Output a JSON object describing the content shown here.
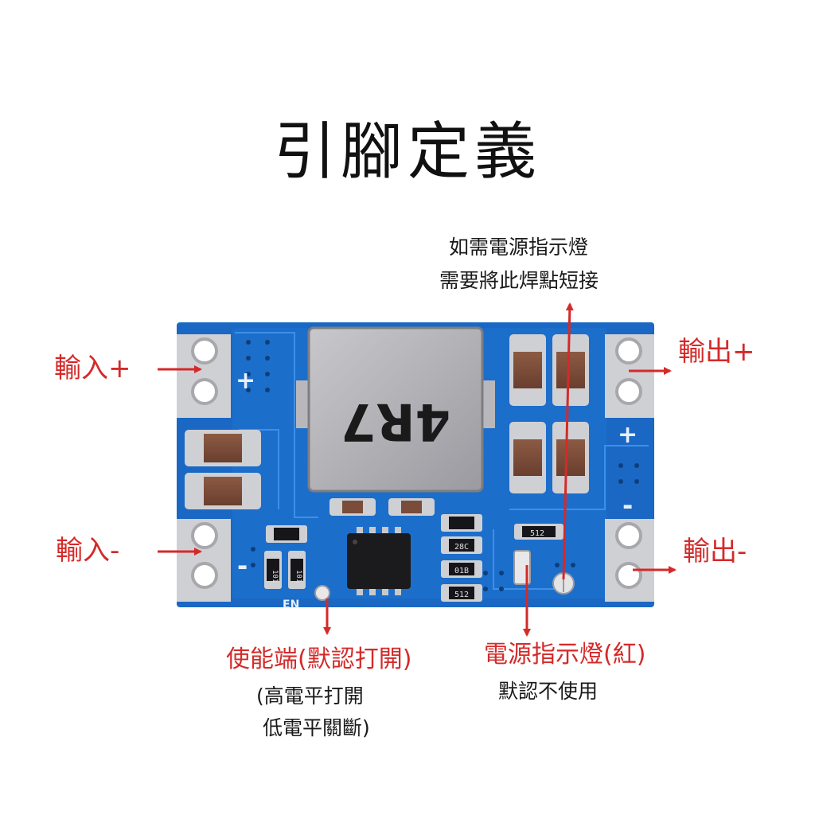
{
  "title": "引腳定義",
  "colors": {
    "label_red": "#d42a2a",
    "board_blue": "#1a68c4",
    "board_dark": "#0f4f9c",
    "pad_silver": "#d9d9dc",
    "ink": "#1a1a1a"
  },
  "labels": {
    "input_plus": "輸入+",
    "input_minus": "輸入-",
    "output_plus": "輸出+",
    "output_minus": "輸出-",
    "enable": "使能端(默認打開)",
    "enable_note_1": "(高電平打開",
    "enable_note_2": "低電平關斷)",
    "power_led": "電源指示燈(紅)",
    "power_led_note": "默認不使用",
    "solder_note_1": "如需電源指示燈",
    "solder_note_2": "需要將此焊點短接"
  },
  "silkscreen": {
    "plus_left": "+",
    "plus_right": "+",
    "minus_left": "-",
    "minus_right": "-",
    "en": "EN",
    "inductor": "4R7",
    "r1": "101",
    "r2": "101",
    "r3": "512",
    "r4": "28C",
    "r5": "01B",
    "r6": "512"
  }
}
